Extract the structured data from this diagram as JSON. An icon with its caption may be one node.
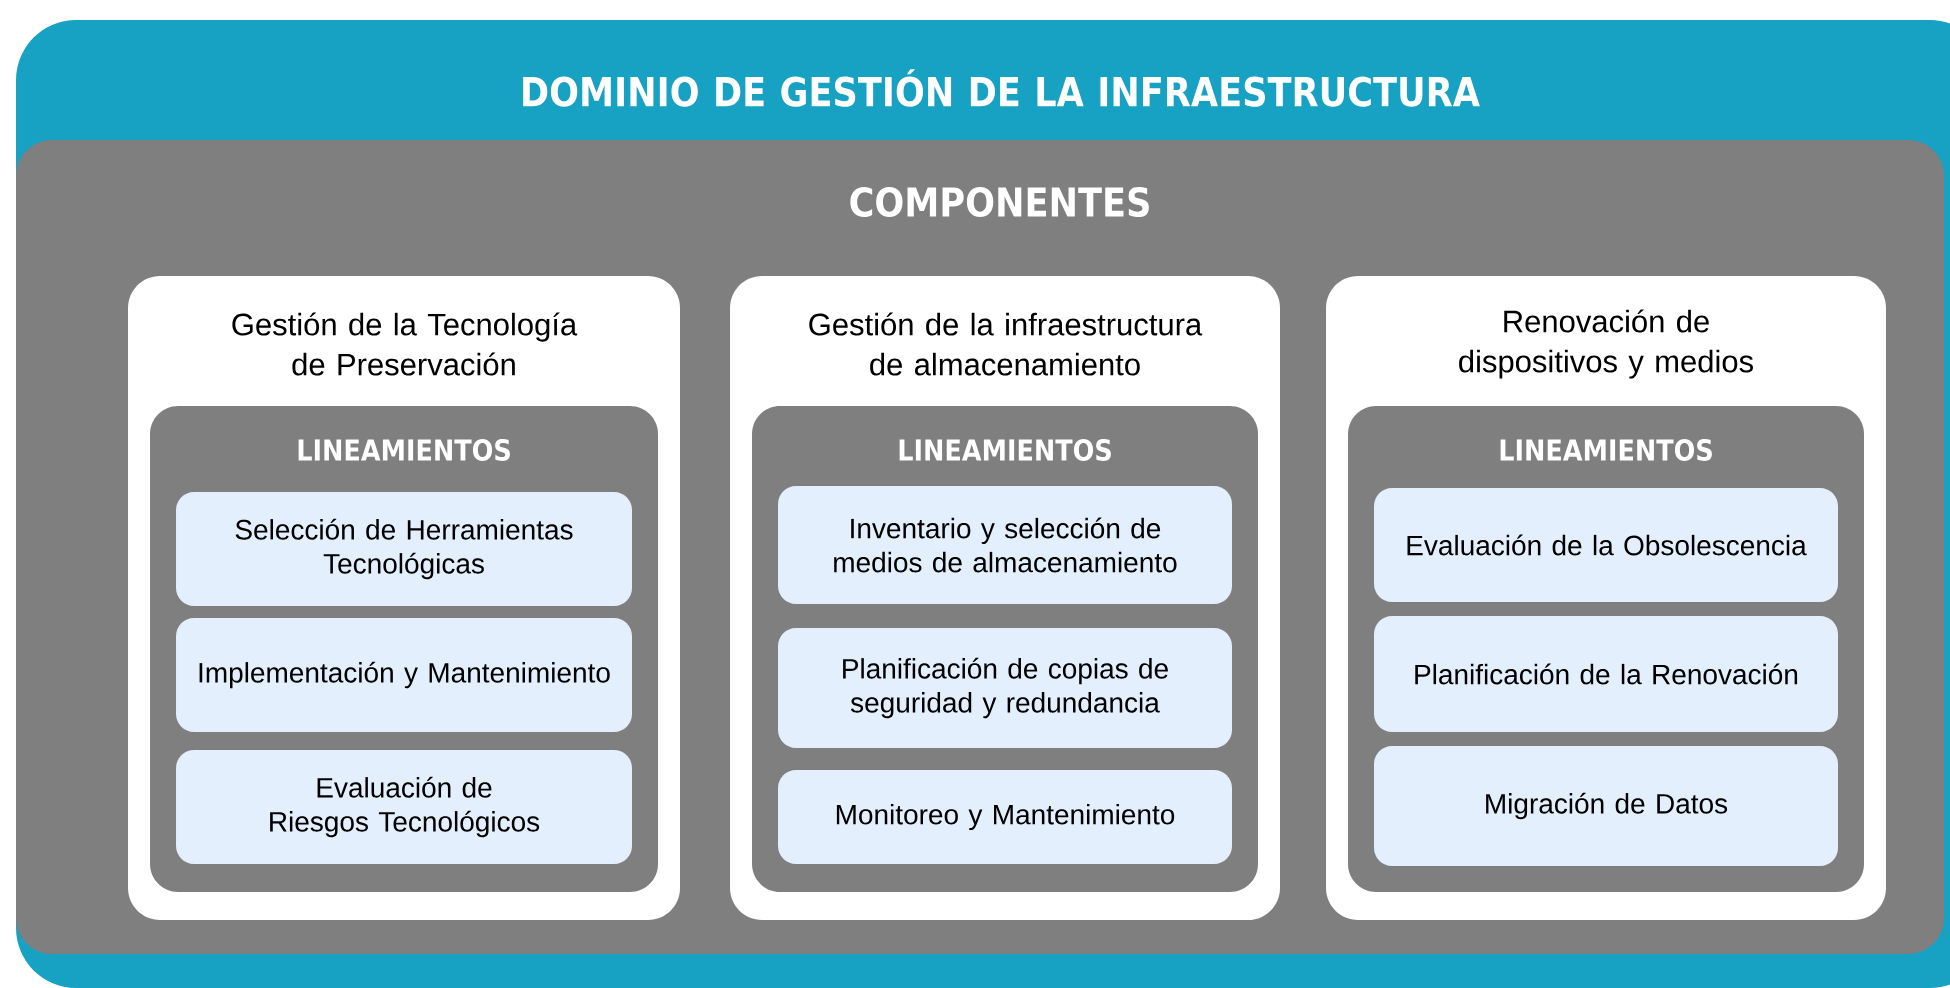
{
  "diagram": {
    "nodes": [
      {
        "text": [
          "DOMINIO DE GESTIÓN DE LA INFRAESTRUCTURA"
        ]
      },
      {
        "text": [
          "COMPONENTES"
        ],
        "in": 0
      },
      {
        "text": [
          "Gestión de la Tecnología de Preservación"
        ],
        "in": 1
      },
      {
        "text": [
          "LINEAMIENTOS"
        ],
        "in": 2
      },
      {
        "text": [
          "Selección de Herramientas Tecnológicas"
        ],
        "in": 3
      },
      {
        "text": [
          "Implementación y Mantenimiento"
        ],
        "in": 3
      },
      {
        "text": [
          "Evaluación de Riesgos Tecnológicos"
        ],
        "in": 3
      },
      {
        "text": [
          "Gestión de la infraestructura de almacenamiento"
        ],
        "in": 1
      },
      {
        "text": [
          "LINEAMIENTOS"
        ],
        "in": 7
      },
      {
        "text": [
          "Inventario y selección de medios de almacenamiento"
        ],
        "in": 8
      },
      {
        "text": [
          "Planificación de copias de seguridad y redundancia"
        ],
        "in": 8
      },
      {
        "text": [
          "Monitoreo y Mantenimiento"
        ],
        "in": 8
      },
      {
        "text": [
          "Renovación de dispositivos y medios"
        ],
        "in": 1
      },
      {
        "text": [
          "LINEAMIENTOS"
        ],
        "in": 12
      },
      {
        "text": [
          "Evaluación de la Obsolescencia"
        ],
        "in": 13
      },
      {
        "text": [
          "Planificación de la Renovación"
        ],
        "in": 13
      },
      {
        "text": [
          "Migración de Datos"
        ],
        "in": 13
      }
    ]
  }
}
